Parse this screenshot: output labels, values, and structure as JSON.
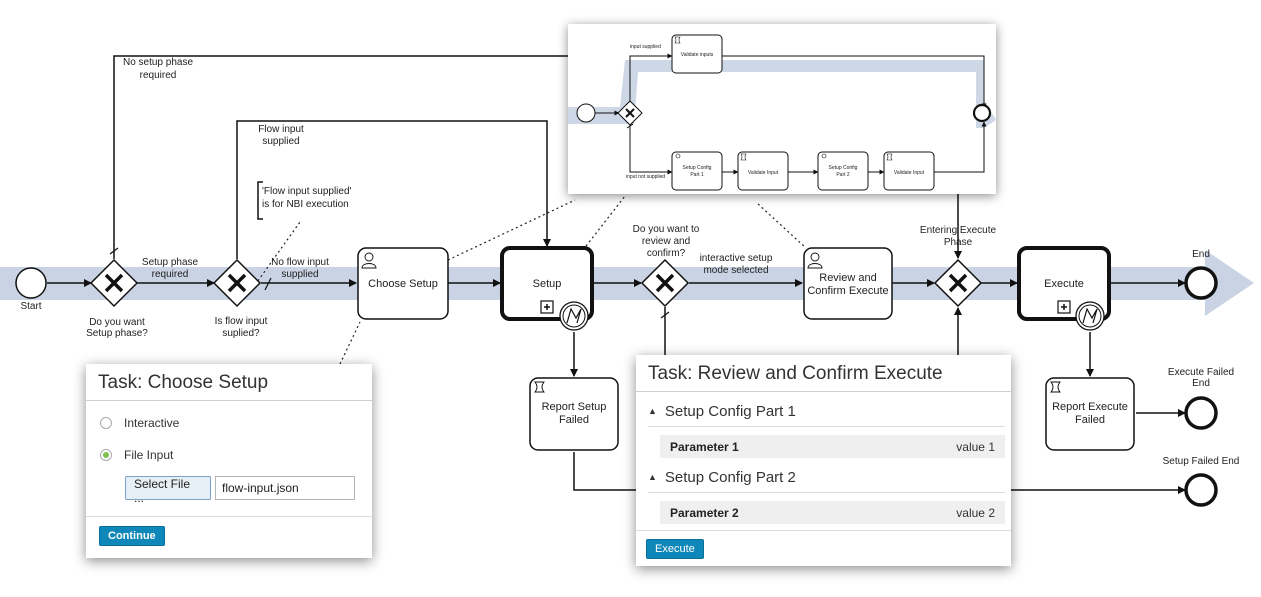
{
  "colors": {
    "flow_band": "#c9d3e3",
    "stroke": "#111111",
    "accent_radio": "#7cc24d",
    "button_primary": "#0f87b9"
  },
  "main_diagram": {
    "events": {
      "start": "Start",
      "end": "End",
      "execute_failed_end": [
        "Execute Failed",
        "End"
      ],
      "setup_failed_end": "Setup Failed End"
    },
    "gateways": {
      "setup_phase": [
        "Do you want",
        "Setup phase?"
      ],
      "flow_input": [
        "Is flow input",
        "suplied?"
      ],
      "review": [
        "Do you want to",
        "review and",
        "confirm?"
      ],
      "execute": [
        "Entering Execute",
        "Phase"
      ]
    },
    "tasks": {
      "choose_setup": "Choose Setup",
      "setup": "Setup",
      "review_confirm": [
        "Review and",
        "Confirm Execute"
      ],
      "execute": "Execute",
      "report_setup_failed": [
        "Report Setup",
        "Failed"
      ],
      "report_execute_failed": [
        "Report Execute",
        "Failed"
      ]
    },
    "flow_labels": {
      "no_setup_phase": [
        "No setup phase",
        "required"
      ],
      "setup_phase_required": [
        "Setup phase",
        "required"
      ],
      "flow_input_supplied": [
        "Flow input",
        "supplied"
      ],
      "no_flow_input": [
        "No flow input",
        "supplied"
      ],
      "interactive_setup": [
        "interactive setup",
        "mode selected"
      ]
    },
    "annotation": [
      "'Flow input supplied'",
      "is for NBI execution"
    ]
  },
  "sub_process": {
    "input_supplied": "input supplied",
    "input_not_supplied": "input not supplied",
    "validate_inputs": "Validate inputs",
    "setup_config_part1": [
      "Setup Config",
      "Part 1"
    ],
    "validate_input_1": "Validate Input",
    "setup_config_part2": [
      "Setup Config",
      "Part 2"
    ],
    "validate_input_2": "Validate Input"
  },
  "choose_setup_panel": {
    "title": "Task: Choose Setup",
    "options": [
      {
        "label": "Interactive",
        "selected": false
      },
      {
        "label": "File Input",
        "selected": true
      }
    ],
    "select_file_label": "Select File ...",
    "file_value": "flow-input.json",
    "continue_label": "Continue"
  },
  "review_panel": {
    "title": "Task: Review and Confirm Execute",
    "sections": [
      {
        "heading": "Setup Config Part 1",
        "param": "Parameter 1",
        "value": "value 1"
      },
      {
        "heading": "Setup Config Part 2",
        "param": "Parameter 2",
        "value": "value 2"
      }
    ],
    "execute_label": "Execute"
  }
}
